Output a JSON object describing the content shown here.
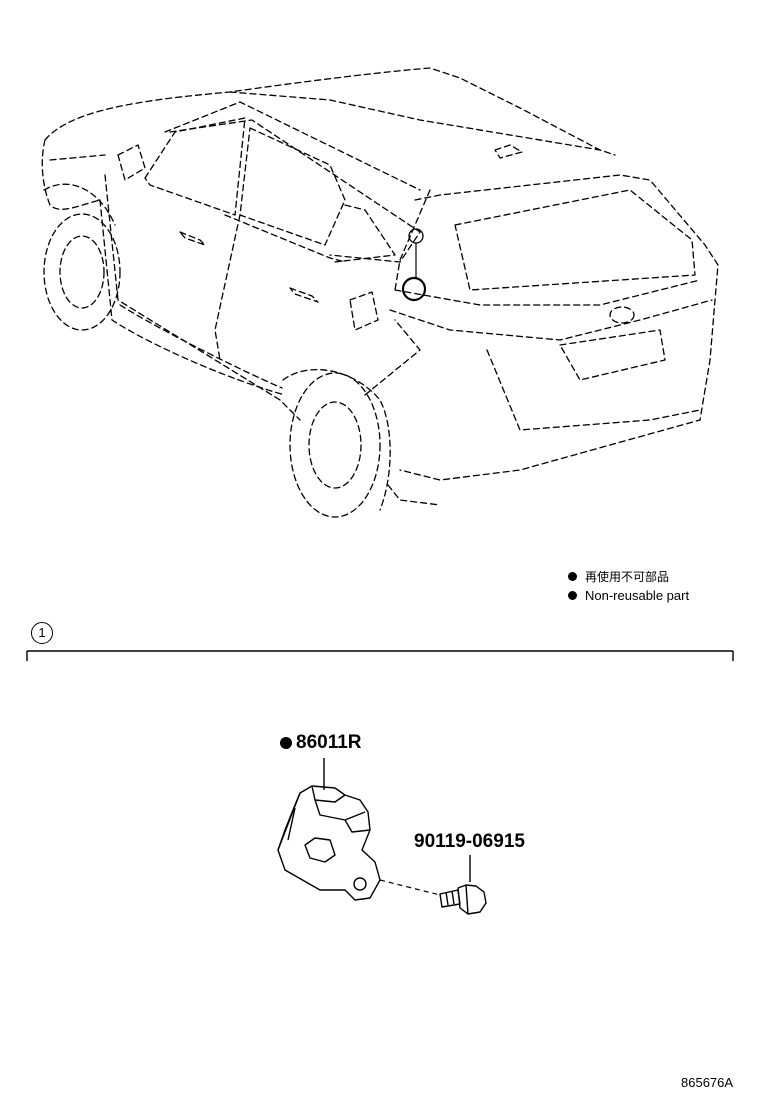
{
  "legend": {
    "japanese": "再使用不可部品",
    "english": "Non-reusable part"
  },
  "section": {
    "ref_number": "1"
  },
  "parts": [
    {
      "number": "86011R",
      "non_reusable": true
    },
    {
      "number": "90119-06915",
      "non_reusable": false
    }
  ],
  "diagram_id": "865676A",
  "colors": {
    "line": "#000000",
    "background": "#ffffff"
  }
}
